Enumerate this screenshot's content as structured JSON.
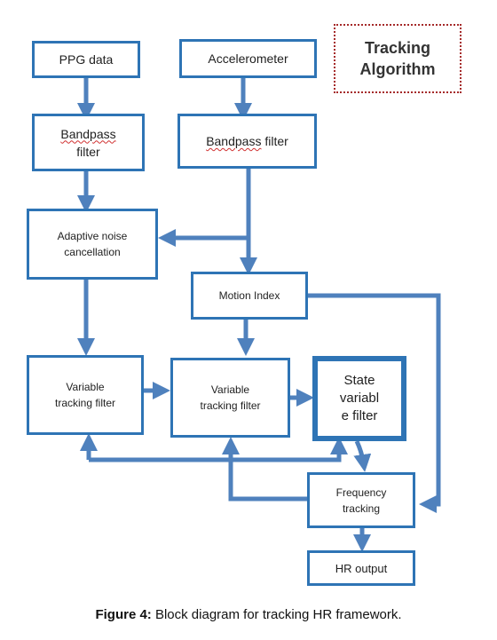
{
  "annotation": {
    "title": "Tracking\nAlgorithm"
  },
  "nodes": {
    "ppg": "PPG data",
    "accel": "Accelerometer",
    "bandpass_left_1": "Bandpass",
    "bandpass_left_2": "filter",
    "bandpass_right_1": "Bandpass",
    "bandpass_right_2": " filter",
    "anc": "Adaptive noise\ncancellation",
    "motion": "Motion Index",
    "vtf_left": "Variable\ntracking filter",
    "vtf_mid": "Variable\ntracking filter",
    "state": "State\nvariabl\ne filter",
    "freq": "Frequency\ntracking",
    "hr": "HR output"
  },
  "caption": {
    "label": "Figure 4:",
    "text": " Block diagram for tracking HR framework."
  },
  "colors": {
    "box_border": "#2e74b5",
    "arrow": "#4f81bd",
    "annotation_border": "#a52a2a"
  }
}
